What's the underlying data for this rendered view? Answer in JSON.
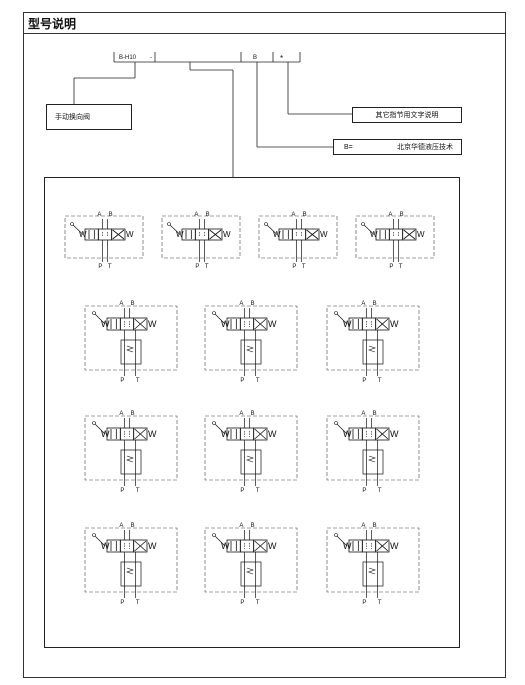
{
  "page": {
    "title": "型号说明"
  },
  "code": {
    "prefix": "B-H10",
    "segment_b": "B",
    "segment_star": "*",
    "dash": "-"
  },
  "labels": {
    "manual_valve": "手动换向阀",
    "other_text": "其它指节用文字说明",
    "brand_code": "B=",
    "brand_name": "北京华德液压技术"
  },
  "symbols": {
    "small_ports_top": [
      "A",
      "B"
    ],
    "small_ports_bottom": [
      "P",
      "T"
    ],
    "large_ports_top": [
      "A",
      "B"
    ],
    "large_ports_bottom": [
      "P",
      "T"
    ],
    "spring_letter": "W"
  }
}
